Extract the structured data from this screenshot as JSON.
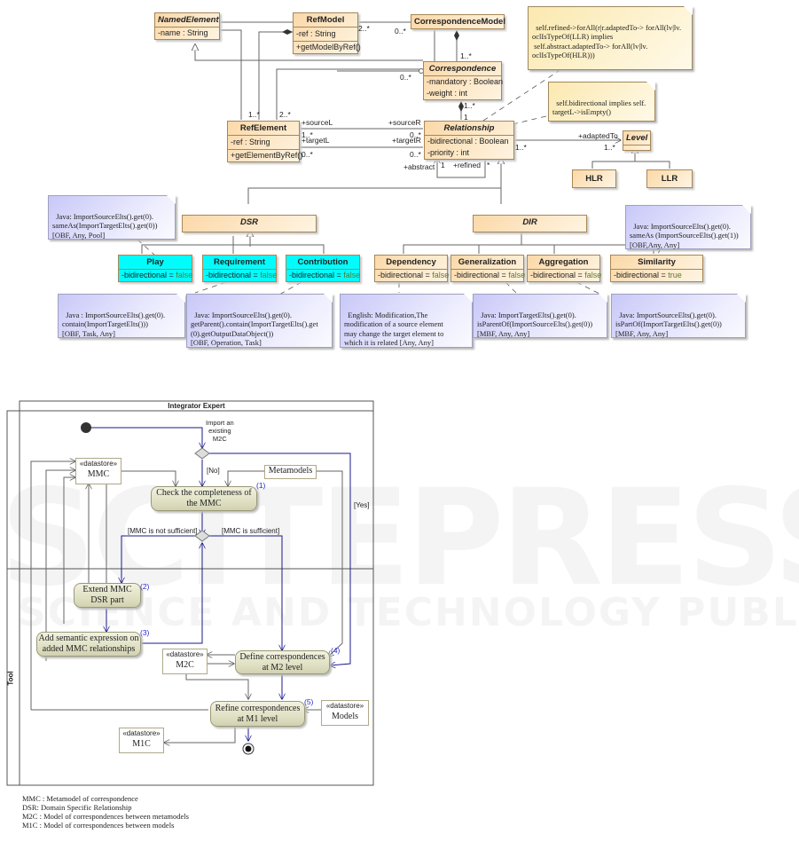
{
  "class_diagram": {
    "classes": {
      "named_element": {
        "name": "NamedElement",
        "attrs": [
          "-name : String"
        ]
      },
      "ref_model": {
        "name": "RefModel",
        "attrs": [
          "-ref : String"
        ],
        "ops": [
          "+getModelByRef()"
        ]
      },
      "correspondence_model": {
        "name": "CorrespondenceModel"
      },
      "correspondence": {
        "name": "Correspondence",
        "attrs": [
          "-mandatory : Boolean",
          "-weight : int"
        ]
      },
      "ref_element": {
        "name": "RefElement",
        "attrs": [
          "-ref : String"
        ],
        "ops": [
          "+getElementByRef()"
        ]
      },
      "relationship": {
        "name": "Relationship",
        "attrs": [
          "-bidirectional : Boolean",
          "-priority : int"
        ]
      },
      "level": {
        "name": "Level"
      },
      "hlr": {
        "name": "HLR"
      },
      "llr": {
        "name": "LLR"
      },
      "dsr": {
        "name": "DSR"
      },
      "dir": {
        "name": "DIR"
      },
      "play": {
        "name": "Play",
        "attr": "-bidirectional",
        "eq": " = ",
        "val": "false"
      },
      "requirement": {
        "name": "Requirement",
        "attr": "-bidirectional",
        "eq": " = ",
        "val": "false"
      },
      "contribution": {
        "name": "Contribution",
        "attr": "-bidirectional",
        "eq": " = ",
        "val": "false"
      },
      "dependency": {
        "name": "Dependency",
        "attr": "-bidirectional",
        "eq": " = ",
        "val": "false"
      },
      "generalization": {
        "name": "Generalization",
        "attr": "-bidirectional",
        "eq": " = ",
        "val": "false"
      },
      "aggregation": {
        "name": "Aggregation",
        "attr": "-bidirectional",
        "eq": " = ",
        "val": "false"
      },
      "similarity": {
        "name": "Similarity",
        "attr": "-bidirectional",
        "eq": " = ",
        "val": "true"
      }
    },
    "labels": {
      "m_refmodel_cm_2": "2..*",
      "m_refmodel_cm_0": "0..*",
      "m_cm_corr_1": "1..*",
      "m_corr_0": "0..*",
      "m_corr_rel_1a": "1..*",
      "m_corr_rel_1b": "1",
      "m_refel_1": "1..*",
      "m_refel_2": "2..*",
      "source_l": "+sourceL",
      "source_r": "+sourceR",
      "target_l": "+targetL",
      "target_r": "+targetR",
      "m_src_l": "1..*",
      "m_src_r": "0..*",
      "m_tgt_l": "0..*",
      "m_tgt_r": "0..*",
      "abstract": "+abstract",
      "refined": "+refined",
      "m_abs": "1",
      "m_ref": "*",
      "adapted_to": "+adaptedTo",
      "m_adapt_l": "1..*",
      "m_adapt_r": "1..*"
    },
    "notes": {
      "ocl_refined": "self.refined->forAll(r|r.adaptedTo-> forAll(lv|lv.\noclIsTypeOf(LLR) implies\n self.abstract.adaptedTo-> forAll(lv|lv.\noclIsTypeOf(HLR)))",
      "ocl_bidirectional": "self.bidirectional implies self.\ntargetL->isEmpty()",
      "play": "Java: ImportSourceElts().get(0).\nsameAs(ImportTargetElts().get(0))\n[OBF, Any, Pool]",
      "similarity": "Java: ImportSourceElts().get(0).\nsameAs (ImportSourceElts().get(1))\n[OBF,Any, Any]",
      "requirement": "Java : ImportSourceElts().get(0).\ncontain(ImportTargetElts()))\n[OBF, Task, Any]",
      "contribution": "Java: ImportSourceElts().get(0).\ngetParent().contain(ImportTargetElts().get\n(0).getOutputDataObject())\n[OBF, Operation, Task]",
      "dependency": "English: Modification,The\nmodification of a source element\nmay change the target element to\nwhich it is related [Any, Any]",
      "generalization": "Java: ImportTargetElts().get(0).\nisParentOf(ImportSourceElts().get(0))\n[MBF, Any, Any]",
      "aggregation": "Java: ImportSourceElts().get(0).\nisPartOf(ImportTargetElts().get(0))\n[MBF, Any, Any]"
    }
  },
  "activity_diagram": {
    "lanes": {
      "top": "Integrator Expert",
      "bottom": "Tool"
    },
    "decision_label": "Import an\nexisting\nM2C",
    "guards": {
      "no": "[No]",
      "yes": "[Yes]",
      "not_sufficient": "[MMC is not sufficient]",
      "sufficient": "[MMC is sufficient]"
    },
    "actions": [
      {
        "text": "Check the completeness of the MMC",
        "num": "(1)"
      },
      {
        "text": "Extend MMC DSR part",
        "num": "(2)"
      },
      {
        "text": "Add semantic expression on added MMC relationships",
        "num": "(3)"
      },
      {
        "text": "Define correspondences at M2 level",
        "num": "(4)"
      },
      {
        "text": "Refine correspondences at M1 level",
        "num": "(5)"
      }
    ],
    "datastores": {
      "stereotype": "«datastore»",
      "mmc": "MMC",
      "m2c": "M2C",
      "m1c": "M1C",
      "models": "Models",
      "metamodels": "Metamodels"
    }
  },
  "legend": [
    "MMC : Metamodel of correspondence",
    "DSR: Domain Specific Relationship",
    "M2C : Model of correspondences between metamodels",
    "M1C : Model of correspondences between models"
  ],
  "watermark": {
    "line1": "SCITEPRESS",
    "line2": "SCIENCE AND TECHNOLOGY PUBLICATIONS"
  }
}
